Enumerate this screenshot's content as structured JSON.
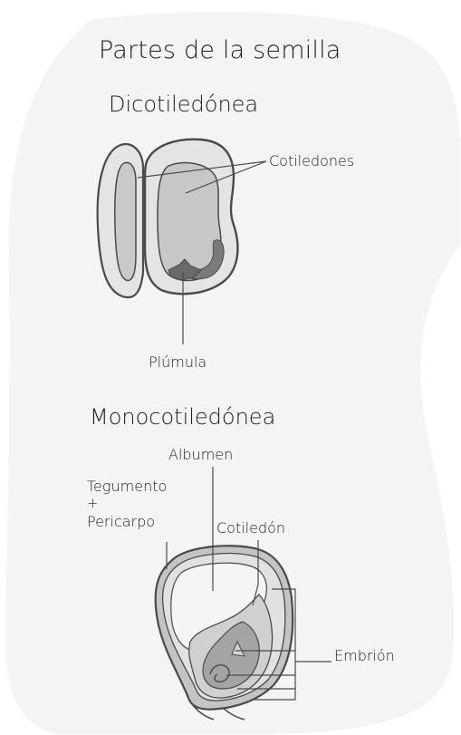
{
  "title": "Partes de la semilla",
  "dicot": {
    "heading": "Dicotiledónea",
    "label_cotyledons": "Cotiledones",
    "label_plumule": "Plúmula"
  },
  "monocot": {
    "heading": "Monocotiledónea",
    "label_albumen": "Albumen",
    "label_integument_line1": "Tegumento",
    "label_integument_line2": "+",
    "label_integument_line3": "Pericarpo",
    "label_cotyledon": "Cotiledón",
    "label_embryo": "Embrión"
  },
  "colors": {
    "background_blob": "#f4f4f5",
    "outline": "#4a4a4a",
    "light_fill": "#e4e4e4",
    "mid_fill": "#b5b5b5",
    "dark_fill": "#7a7a7a"
  }
}
